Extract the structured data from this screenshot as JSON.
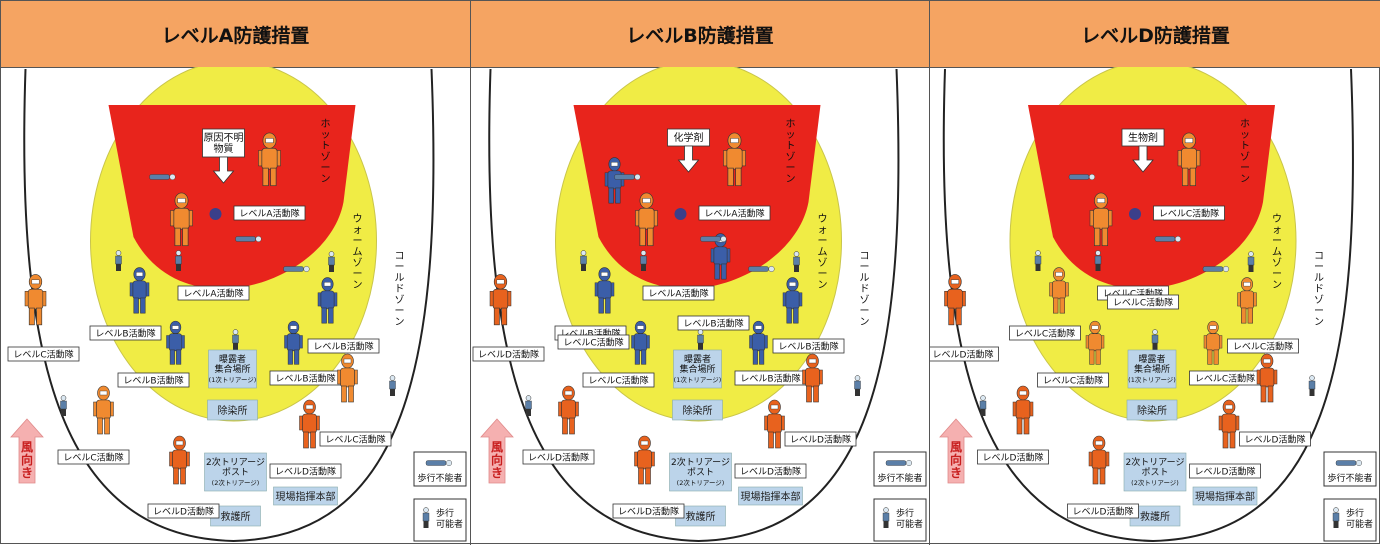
{
  "colors": {
    "header": "#f5a462",
    "hot_zone": "#e8241c",
    "warm_zone": "#f0ec45",
    "facility": "#bcd4ea",
    "level_a_suit": "#f08a30",
    "level_b_suit": "#3b5ea8",
    "level_c_suit": "#f08a30",
    "level_d_suit": "#e8621e",
    "wind_arrow": "#f5b0b0"
  },
  "icons": [
    "person-standing-icon",
    "person-lying-icon",
    "suited-responder-icon",
    "down-arrow-icon",
    "wind-arrow-icon"
  ],
  "zones": {
    "hot": "ホットゾーン",
    "warm": "ウォームゾーン",
    "cold": "コールドゾーン"
  },
  "facilities": {
    "assembly": [
      "曝露者",
      "集合場所",
      "(1次トリアージ)"
    ],
    "decon": "除染所",
    "triage2": [
      "2次トリアージ",
      "ポスト",
      "(2次トリアージ)"
    ],
    "hq": "現場指揮本部",
    "aid": "救護所"
  },
  "wind": "風向き",
  "legend": {
    "non_ambulatory": "歩行不能者",
    "ambulatory": [
      "歩行",
      "可能者"
    ]
  },
  "panels": [
    {
      "title": "レベルA防護措置",
      "agent": [
        "原因不明",
        "物質"
      ],
      "labels": {
        "hot1": "レベルA活動隊",
        "hot2": "レベルA活動隊",
        "warm_l": "レベルB活動隊",
        "warm_r": "レベルB活動隊",
        "warm_bl": "レベルB活動隊",
        "warm_br": "レベルB活動隊",
        "cold_l": "レベルC活動隊",
        "cold_bl": "レベルC活動隊",
        "cold_r": "レベルC活動隊",
        "cold_d1": "レベルD活動隊",
        "cold_d2": "レベルD活動隊"
      }
    },
    {
      "title": "レベルB防護措置",
      "agent": [
        "化学剤"
      ],
      "labels": {
        "hot1": "レベルA活動隊",
        "hot2": "レベルA活動隊",
        "warm_l": "レベルB活動隊",
        "warm_r": "レベルB活動隊",
        "warm_bl": "レベルC活動隊",
        "warm_br": "レベルB活動隊",
        "warm_bl2": "レベルB活動隊",
        "warm_br2": "レベルC活動隊",
        "cold_l": "レベルD活動隊",
        "cold_bl": "レベルD活動隊",
        "cold_r": "レベルD活動隊",
        "cold_d1": "レベルD活動隊",
        "cold_d2": "レベルD活動隊"
      }
    },
    {
      "title": "レベルD防護措置",
      "agent": [
        "生物剤"
      ],
      "labels": {
        "hot1": "レベルC活動隊",
        "hot2": "レベルC活動隊",
        "warm_l": "レベルC活動隊",
        "warm_r": "レベルC活動隊",
        "warm_bl": "レベルC活動隊",
        "warm_br": "レベルC活動隊",
        "warm_c": "レベルC活動隊",
        "cold_l": "レベルD活動隊",
        "cold_bl": "レベルD活動隊",
        "cold_r": "レベルD活動隊",
        "cold_d1": "レベルD活動隊",
        "cold_d2": "レベルD活動隊"
      }
    }
  ]
}
